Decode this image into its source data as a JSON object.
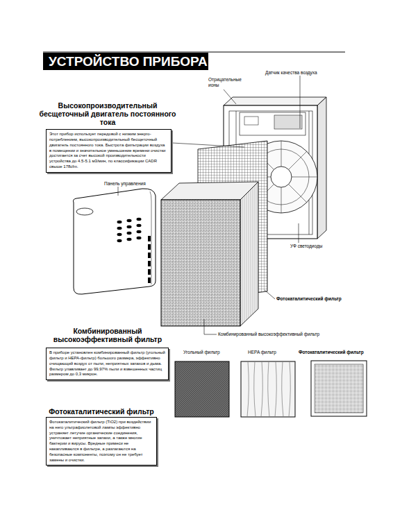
{
  "diagram": {
    "title": "УСТРОЙСТВО ПРИБОРА",
    "nodes": [
      {
        "text": [
          "Высокопроизводительный бесщеточный двигатель постоянного тока",
          "Этот прибор использует передовой с низким энерго-потреблением, высокопроизводительный бесщеточный двигатель постоянного тока. Быстрота фильтрации воздуха в помещении и значительное уменьшение времени очистки достигается за счет высокой производительности устройства до 4.5-5.1 м3/мин, по классификации CADR свыше 178cfm."
        ]
      },
      {
        "text": [
          "Комбинированный высокоэффективный фильтр",
          "В приборе установлен комбинированный фильтр (угольный фильтр и HEPA-фильтр) большого размера, эффективно очищающий воздух от пыли, неприятных запахов и дыма. Фильтр улавливает до 99,97% пыли и взвешенных частиц размером до 0,3 микрон."
        ]
      },
      {
        "text": [
          "Фотокаталитический фильтр",
          "Фотокаталитический фильтр (TiO2) при воздействии на него ультрафиолетовой лампы эффективно устраняет летучие органические соединения, уничтожает неприятные запахи, а также многие бактерии и вирусы. Вредные примеси не накапливаются в фильтре, а разлагаются на безопасные компоненты, поэтому он не требует замены и очистки."
        ]
      }
    ],
    "labels": [
      "Датчик качества воздуха",
      "Отрицательные ионы",
      "Панель управления",
      "УФ светодиоды",
      "Фотокаталитический фильтр",
      "Комбинированный высокоэффективный фильтр",
      "Угольный фильтр",
      "HEPA фильтр",
      "Фотокаталитический фильтр"
    ]
  }
}
